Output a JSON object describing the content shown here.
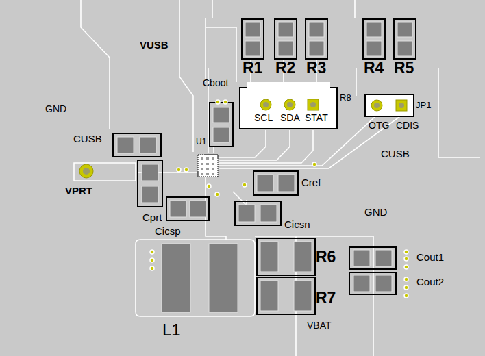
{
  "diagram": {
    "labels": [
      "VUSB",
      "GND",
      "Cboot",
      "R1",
      "R2",
      "R3",
      "R4",
      "R5",
      "R8",
      "JP1",
      "SCL",
      "SDA",
      "STAT",
      "OTG",
      "CDIS",
      "U1",
      "CUSB",
      "CUSB",
      "VPRT",
      "Cprt",
      "Cicsp",
      "Cref",
      "Cicsn",
      "GND",
      "R6",
      "R7",
      "Cout1",
      "Cout2",
      "L1",
      "VBAT"
    ]
  }
}
